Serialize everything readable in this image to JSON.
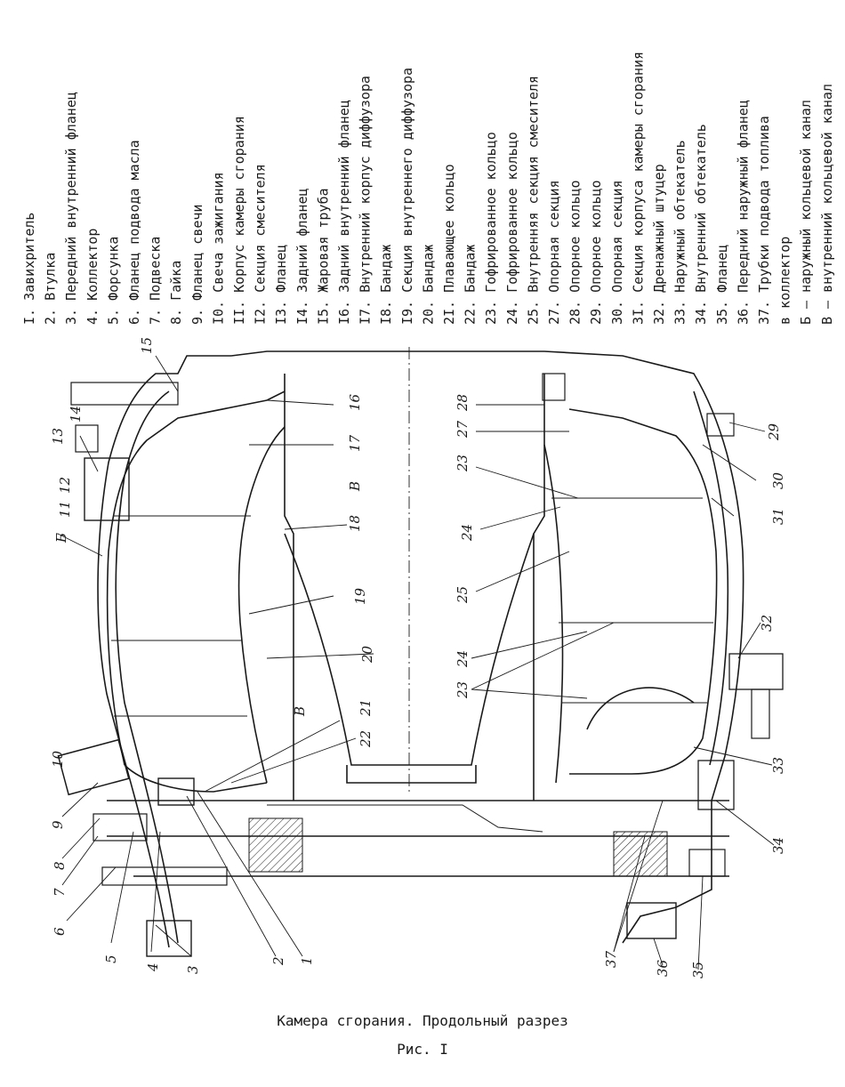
{
  "legend": [
    "I. Завихритель",
    "2. Втулка",
    "3. Передний внутренний фланец",
    "4. Коллектор",
    "5. Форсунка",
    "6. Фланец подвода масла",
    "7. Подвеска",
    "8. Гайка",
    "9. Фланец свечи",
    "I0. Свеча зажигания",
    "II. Корпус камеры сгорания",
    "I2. Секция смесителя",
    "I3. Фланец",
    "I4. Задний фланец",
    "I5. Жаровая труба",
    "I6. Задний внутренний фланец",
    "I7. Внутренний корпус диффузора",
    "I8. Бандаж",
    "I9. Секция внутреннего диффузора",
    "20. Бандаж",
    "2I. Плавающее кольцо",
    "22. Бандаж",
    "23. Гофрированное кольцо",
    "24. Гофрированное кольцо",
    "25. Внутренняя секция смесителя",
    "27. Опорная секция",
    "28. Опорное кольцо",
    "29. Опорное кольцо",
    "30. Опорная секция",
    "3I. Секция корпуса камеры сгорания",
    "32. Дренажный штуцер",
    "33. Наружный обтекатель",
    "34. Внутренний обтекатель",
    "35. Фланец",
    "36. Передний наружный фланец",
    "37. Трубки подвода топлива",
    "в коллектор",
    "Б – наружный кольцевой канал",
    "В – внутренний кольцевой канал"
  ],
  "callouts": {
    "c1": "1",
    "c2": "2",
    "c3": "3",
    "c4": "4",
    "c5": "5",
    "c6": "6",
    "c7": "7",
    "c8": "8",
    "c9": "9",
    "c10": "10",
    "c11": "11",
    "c12": "12",
    "c13": "13",
    "c14": "14",
    "c15": "15",
    "c16": "16",
    "c17": "17",
    "c18": "18",
    "c19": "19",
    "c20": "20",
    "c21": "21",
    "c22": "22",
    "c23a": "23",
    "c23b": "23",
    "c24a": "24",
    "c24b": "24",
    "c25": "25",
    "c27": "27",
    "c28": "28",
    "c29": "29",
    "c30": "30",
    "c31": "31",
    "c32": "32",
    "c33": "33",
    "c34": "34",
    "c35": "35",
    "c36": "36",
    "c37": "37",
    "cB_top": "Б",
    "cV_top": "В",
    "cV_mid": "В"
  },
  "caption": {
    "title": "Камера сгорания. Продольный разрез",
    "figure": "Рис. I"
  }
}
